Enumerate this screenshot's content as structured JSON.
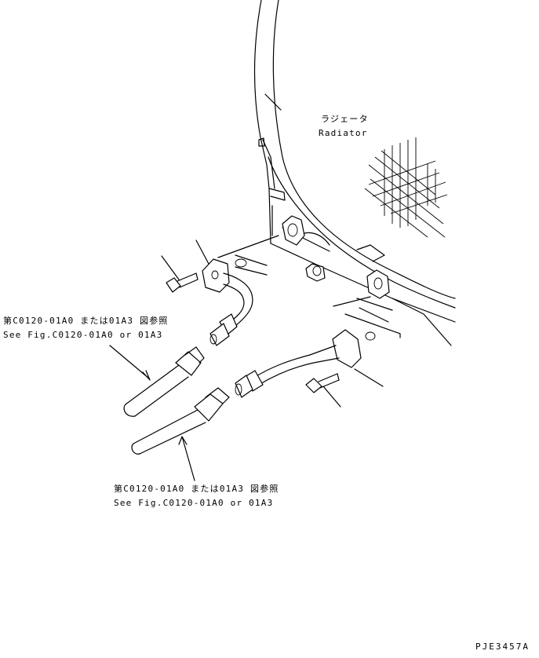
{
  "labels": {
    "radiator_jp": "ラジェータ",
    "radiator_en": "Radiator",
    "ref_upper_jp": "第C0120-01A0 または01A3 図参照",
    "ref_upper_en": "See Fig.C0120-01A0 or 01A3",
    "ref_lower_jp": "第C0120-01A0 または01A3 図参照",
    "ref_lower_en": "See Fig.C0120-01A0 or 01A3",
    "figure_code": "PJE3457A"
  }
}
